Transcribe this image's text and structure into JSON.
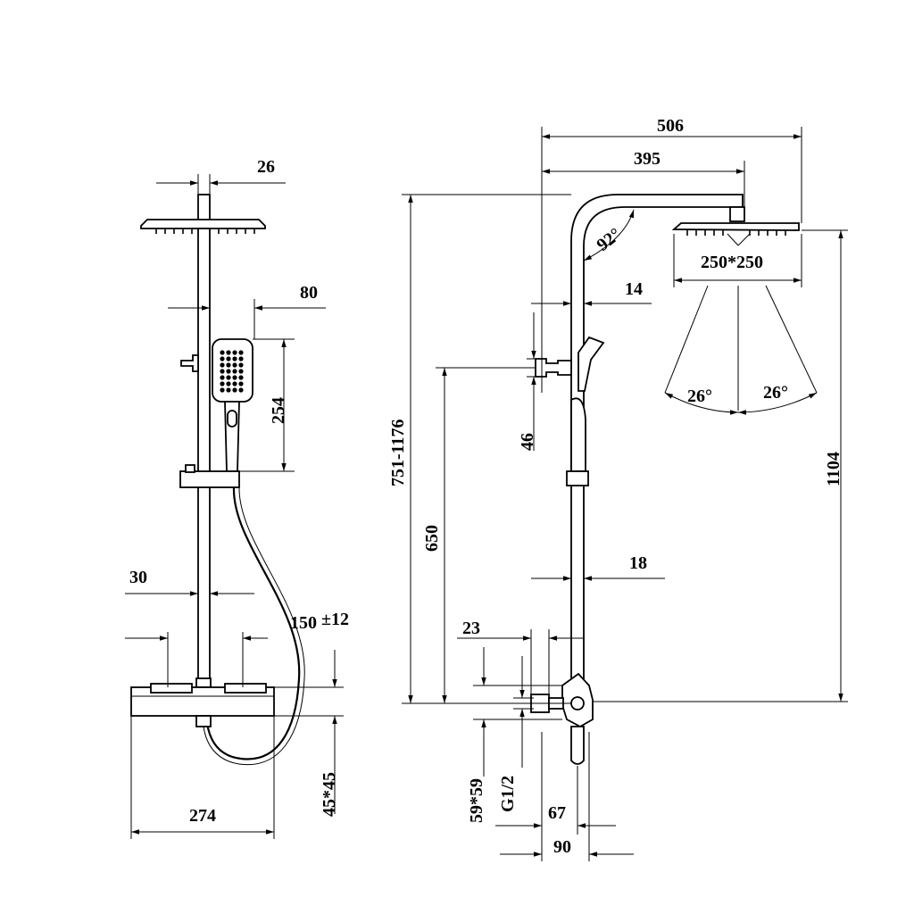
{
  "left_view": {
    "dim_26": "26",
    "dim_80": "80",
    "dim_254": "254",
    "dim_30": "30",
    "dim_150": "150",
    "dim_150_tol": "±12",
    "dim_274": "274",
    "dim_45x45": "45*45"
  },
  "right_view": {
    "dim_506": "506",
    "dim_395": "395",
    "dim_92deg": "92°",
    "dim_250x250": "250*250",
    "dim_14": "14",
    "dim_26deg_left": "26°",
    "dim_26deg_right": "26°",
    "dim_46": "46",
    "dim_751_1176": "751-1176",
    "dim_650": "650",
    "dim_1104": "1104",
    "dim_18": "18",
    "dim_23": "23",
    "dim_59x59": "59*59",
    "dim_g12": "G1/2",
    "dim_67": "67",
    "dim_90": "90"
  }
}
